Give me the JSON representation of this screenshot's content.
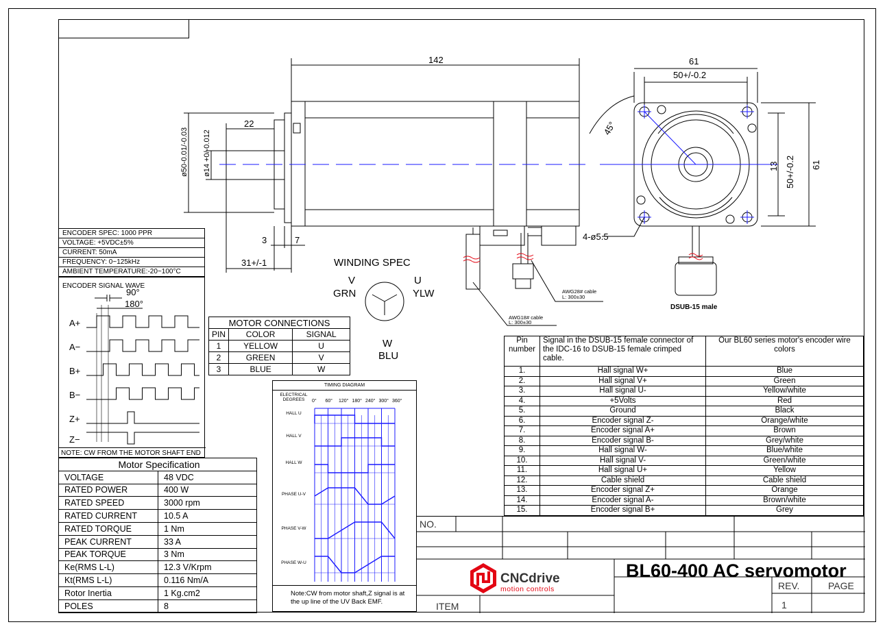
{
  "title_block": {
    "no_label": "NO.",
    "item_label": "ITEM",
    "rev_label": "REV.",
    "page_label": "PAGE",
    "rev_value": "1",
    "title": "BL60-400 AC servomotor",
    "logo_name": "CNCdrive",
    "logo_tagline": "motion controls",
    "brand_color": "#e30613"
  },
  "dimensions": {
    "length": "142",
    "shaft_len": "22",
    "flange_dia": "ø50-0.01/-0.03",
    "shaft_dia": "ø14 +0/-0.012",
    "d3": "3",
    "d7": "7",
    "d31": "31+/-1",
    "d61_top": "61",
    "d50_top": "50+/-0.2",
    "d61_side": "61",
    "d50_side": "50+/-0.2",
    "d13": "13",
    "angle": "45°",
    "holes": "4-ø5.5"
  },
  "cables": {
    "awg18": "AWG18# cable",
    "awg18_len": "L: 300±30",
    "awg28": "AWG28# cable",
    "awg28_len": "L: 300±30",
    "dsub": "DSUB-15 male"
  },
  "winding": {
    "title": "WINDING SPEC",
    "v": "V",
    "grn": "GRN",
    "u": "U",
    "ylw": "YLW",
    "w": "W",
    "blu": "BLU"
  },
  "encoder_spec": [
    "ENCODER SPEC:   1000 PPR",
    "VOLTAGE:  +5VDC±5%",
    "CURRENT:  50mA",
    "FREQUENCY:  0~125kHz",
    "AMBIENT TEMPERATURE:-20~100°C"
  ],
  "encoder_wave": {
    "title": "ENCODER SIGNAL WAVE",
    "deg90": "90°",
    "deg180": "180°",
    "signals": [
      "A+",
      "A−",
      "B+",
      "B−",
      "Z+",
      "Z−"
    ],
    "note": "NOTE: CW FROM THE MOTOR SHAFT END"
  },
  "motor_connections": {
    "title": "MOTOR CONNECTIONS",
    "headers": [
      "PIN",
      "COLOR",
      "SIGNAL"
    ],
    "rows": [
      [
        "1",
        "YELLOW",
        "U"
      ],
      [
        "2",
        "GREEN",
        "V"
      ],
      [
        "3",
        "BLUE",
        "W"
      ]
    ]
  },
  "motor_spec": {
    "title": "Motor Specification",
    "rows": [
      [
        "VOLTAGE",
        "48 VDC"
      ],
      [
        "RATED POWER",
        "400 W"
      ],
      [
        "RATED SPEED",
        "3000 rpm"
      ],
      [
        "RATED CURRENT",
        "10.5 A"
      ],
      [
        "RATED TORQUE",
        "1 Nm"
      ],
      [
        "PEAK CURRENT",
        "33 A"
      ],
      [
        "PEAK TORQUE",
        "3 Nm"
      ],
      [
        "Ke(RMS L-L)",
        "12.3 V/Krpm"
      ],
      [
        "Kt(RMS L-L)",
        "0.116 Nm/A"
      ],
      [
        "Rotor Inertia",
        "1 Kg.cm2"
      ],
      [
        "POLES",
        "8"
      ]
    ]
  },
  "timing": {
    "title": "TIMING DIAGRAM",
    "axis_label": "ELECTRICAL DEGREES",
    "degrees": [
      "0°",
      "60°",
      "120°",
      "180°",
      "240°",
      "300°",
      "360°"
    ],
    "rows": [
      "HALL U",
      "HALL V",
      "HALL W",
      "PHASE U-V",
      "PHASE V-W",
      "PHASE W-U"
    ],
    "note": "Note:CW from motor shaft,Z signal is at the up line of the UV Back EMF."
  },
  "pin_table": {
    "headers": [
      "Pin number",
      "Signal in the DSUB-15 female connector of the IDC-16 to DSUB-15 female crimped cable.",
      "Our BL60 series motor's encoder wire colors"
    ],
    "rows": [
      [
        "1.",
        "Hall signal W+",
        "Blue"
      ],
      [
        "2.",
        "Hall signal V+",
        "Green"
      ],
      [
        "3.",
        "Hall signal U-",
        "Yellow/white"
      ],
      [
        "4.",
        "+5Volts",
        "Red"
      ],
      [
        "5.",
        "Ground",
        "Black"
      ],
      [
        "6.",
        "Encoder signal Z-",
        "Orange/white"
      ],
      [
        "7.",
        "Encoder signal A+",
        "Brown"
      ],
      [
        "8.",
        "Encoder signal B-",
        "Grey/white"
      ],
      [
        "9.",
        "Hall signal W-",
        "Blue/white"
      ],
      [
        "10.",
        "Hall signal V-",
        "Green/white"
      ],
      [
        "11.",
        "Hall signal U+",
        "Yellow"
      ],
      [
        "12.",
        "Cable shield",
        "Cable shield"
      ],
      [
        "13.",
        "Encoder signal Z+",
        "Orange"
      ],
      [
        "14.",
        "Encoder signal A-",
        "Brown/white"
      ],
      [
        "15.",
        "Encoder signal B+",
        "Grey"
      ]
    ]
  }
}
